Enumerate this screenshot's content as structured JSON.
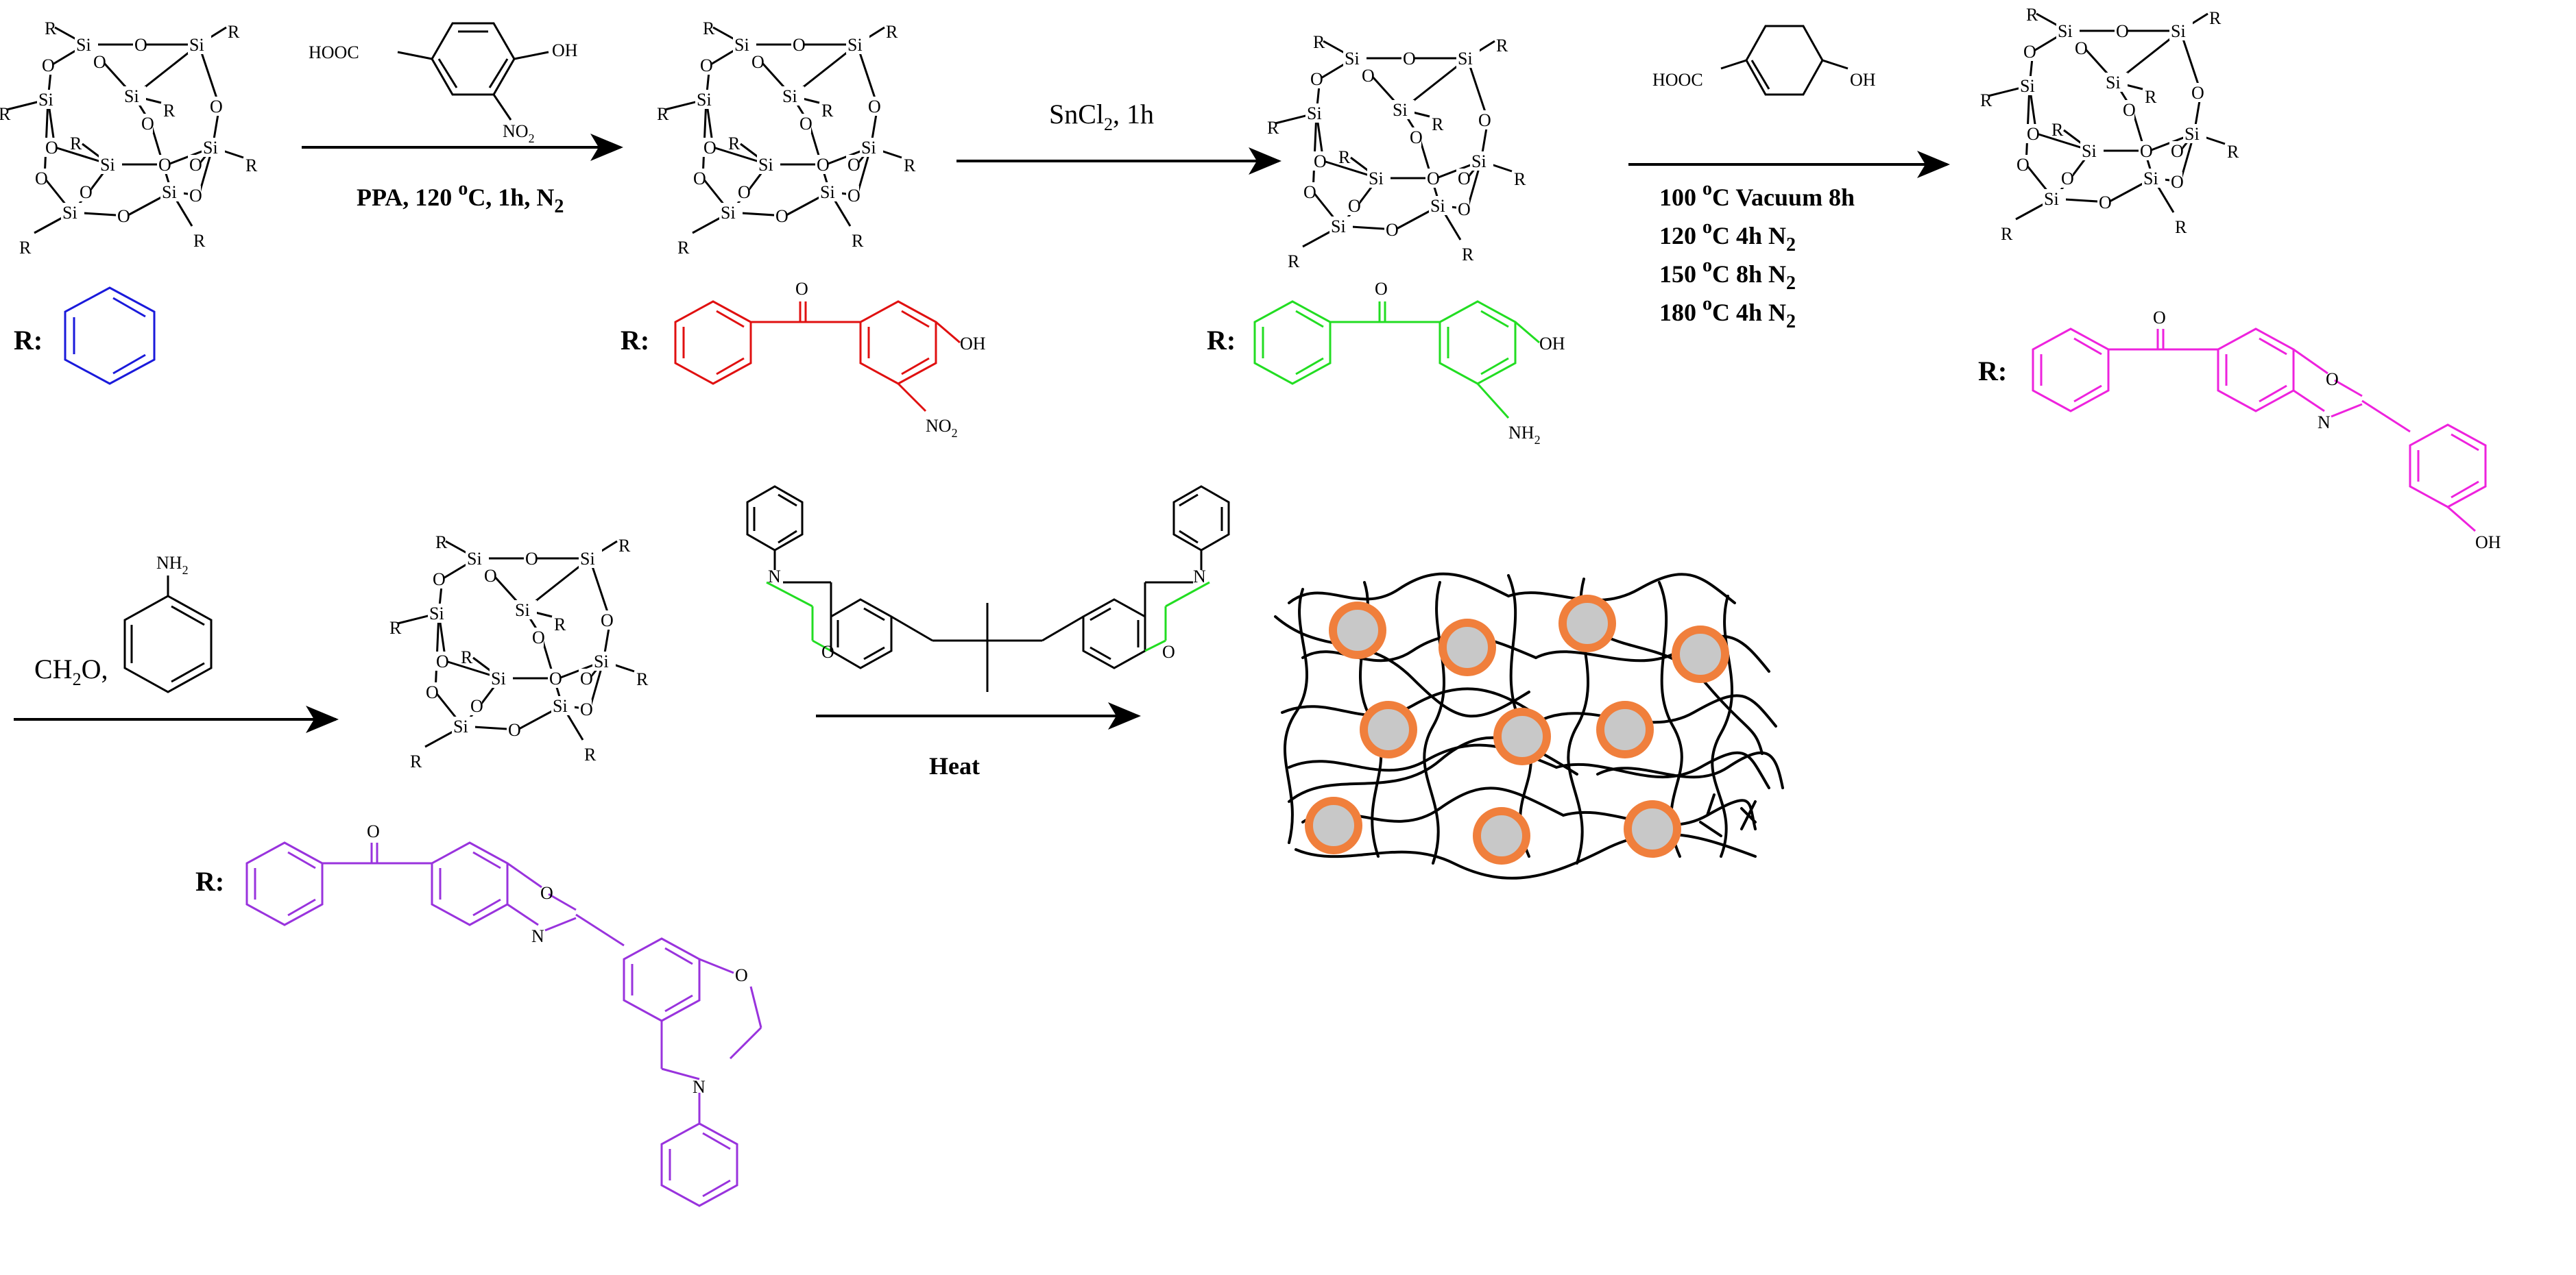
{
  "colors": {
    "phenyl": "#1a1adb",
    "nitro": "#e01010",
    "amino": "#22dd22",
    "benzoxazole": "#ee22dd",
    "benzoxazine": "#9933dd",
    "oxazine_ring": "#22dd22",
    "particle_fill": "#c8c8c8",
    "particle_ring": "#f07f3c"
  },
  "cage_labels": {
    "si": "Si",
    "o": "O",
    "r": "R"
  },
  "r_prefix": "R:",
  "substituents": {
    "step1": {
      "name": "phenyl-substituent"
    },
    "step2": {
      "oh": "OH",
      "no2": "NO",
      "no2_sub": "2",
      "carbonyl_o": "O"
    },
    "step3": {
      "oh": "OH",
      "nh2": "NH",
      "nh2_sub": "2",
      "carbonyl_o": "O"
    },
    "step4": {
      "oh": "OH",
      "o_ring": "O",
      "n_ring": "N",
      "carbonyl_o": "O"
    },
    "step5": {
      "o_ring": "O",
      "n_ring": "N",
      "ox_o": "O",
      "ox_n": "N",
      "carbonyl_o": "O"
    }
  },
  "reagents": {
    "nitro_acid": {
      "cooh": "HOOC",
      "oh": "OH",
      "no2": "NO",
      "no2_sub": "2"
    },
    "hydroxybenzoic": {
      "cooh": "HOOC",
      "oh": "OH"
    },
    "aniline": {
      "nh2": "NH",
      "nh2_sub": "2"
    },
    "bisbenzoxazine": {
      "n1": "N",
      "n2": "N",
      "o1": "O",
      "o2": "O"
    }
  },
  "arrows": {
    "a1": {
      "cond": [
        "PPA, 120 ",
        "o",
        "C, 1h, N",
        "2"
      ]
    },
    "a2": {
      "cond": [
        "SnCl",
        "2",
        ", 1h"
      ]
    },
    "a3": {
      "lines": [
        [
          "100 ",
          "o",
          "C Vacuum 8h",
          ""
        ],
        [
          "120 ",
          "o",
          "C 4h N",
          "2"
        ],
        [
          "150 ",
          "o",
          "C 8h N",
          "2"
        ],
        [
          "180 ",
          "o",
          "C 4h N",
          "2"
        ]
      ]
    },
    "a4": {
      "cond": [
        "CH",
        "2",
        "O,"
      ]
    },
    "a5": {
      "cond": "Heat"
    }
  }
}
